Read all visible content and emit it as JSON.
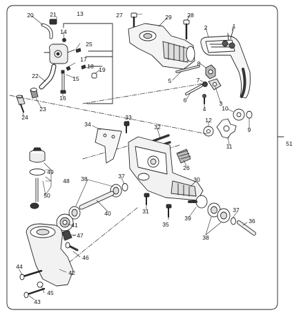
{
  "diagram": {
    "callouts": [
      "1",
      "2",
      "3",
      "4",
      "5",
      "6",
      "7",
      "8",
      "9",
      "10",
      "11",
      "12",
      "13",
      "14",
      "15",
      "16",
      "17",
      "18",
      "19",
      "20",
      "21",
      "22",
      "23",
      "24",
      "25",
      "26",
      "27",
      "28",
      "29",
      "30",
      "31",
      "32",
      "33",
      "34",
      "35",
      "36",
      "37",
      "37",
      "38",
      "38",
      "39",
      "40",
      "41",
      "42",
      "43",
      "44",
      "45",
      "46",
      "47",
      "48",
      "49",
      "50",
      "51"
    ]
  }
}
